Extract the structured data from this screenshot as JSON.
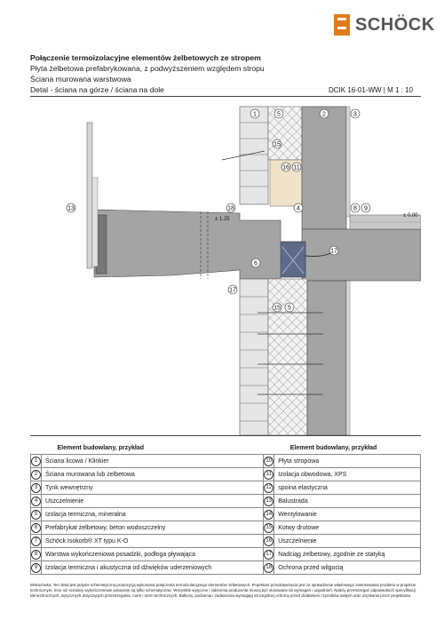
{
  "brand": "SCHÖCK",
  "header": {
    "title": "Połączenie termoizolacyjne elementów żelbetowych ze stropem",
    "line2": "Płyta żelbetowa prefabrykowana, z podwyższeniem względem stropu",
    "line3": "Ściana murowana warstwowa",
    "line4": "Detal - ściana na górze / ściana na dole",
    "reference": "DCIK 16-01-WW   |   M 1 : 10"
  },
  "drawing": {
    "level_left": "± 1.25",
    "level_right": "± 0.00",
    "callouts": {
      "c1": "1",
      "c5a": "5",
      "c2": "2",
      "c3": "3",
      "c15a": "15",
      "c16": "16",
      "c11a": "11",
      "c13": "13",
      "c18": "18",
      "c4": "4",
      "c8": "8",
      "c9": "9",
      "c17a": "17",
      "c6": "6",
      "c17b": "17",
      "c15b": "15",
      "c5b": "5"
    }
  },
  "legend": {
    "header_left": "Element budowlany, przykład",
    "header_right": "Element budowlany, przykład",
    "left": [
      {
        "num": "1",
        "label": "Ściana licowa / Klinkier"
      },
      {
        "num": "2",
        "label": "Ściana murowana lub żelbetowa"
      },
      {
        "num": "3",
        "label": "Tynk wewnętrzny"
      },
      {
        "num": "4",
        "label": "Uszczelnienie"
      },
      {
        "num": "5",
        "label": "Izolacja termiczna, mineralna"
      },
      {
        "num": "6",
        "label": "Prefabrykat żelbetowy, beton wodoszczelny"
      },
      {
        "num": "7",
        "label": "Schöck Isokorb® XT typu K-O"
      },
      {
        "num": "8",
        "label": "Warstwa wykończeniowa posadzki, podłoga pływająca"
      },
      {
        "num": "9",
        "label": "Izolacja termiczna i akustyczna od dźwięków uderzeniowych"
      }
    ],
    "right": [
      {
        "num": "10",
        "label": "Płyta stropowa"
      },
      {
        "num": "11",
        "label": "Izolacja obwodowa, XPS"
      },
      {
        "num": "12",
        "label": "spoina elastyczna"
      },
      {
        "num": "13",
        "label": "Balustrada"
      },
      {
        "num": "14",
        "label": "Wentylowanie"
      },
      {
        "num": "15",
        "label": "Kotwy drutowe"
      },
      {
        "num": "16",
        "label": "Uszczelnienie"
      },
      {
        "num": "17",
        "label": "Nadciąg żelbetowy, zgodnie ze statyką"
      },
      {
        "num": "18",
        "label": "Ochrona przed wilgocią"
      }
    ]
  },
  "footer": "Wskazówka: Ten detal jest jedynie schematyczną propozycją wykonania połączenia termoizolacyjnego elementów żelbetowych. Projektant przedsięwzięcia jest za sprawdzenie właściwego zastosowania produktu w projekcie technicznym. Inne niż rozmiary wykończeniowe pokazane są tylko schematycznie. Wszystkie wytyczne i zalecenia producenta muszą być stosowane do wymagań i uzgodnień. Należy przestrzegać odpowiednich specyfikacji, tak technicznych, wytycznych dotyczących przestrzegania, norm i norm technicznych. Balkony, podcienia i zadaszenia wymagają szczególnej ochrony przed działaniem czynników stałych oraz uzyskania przez projektanta."
}
